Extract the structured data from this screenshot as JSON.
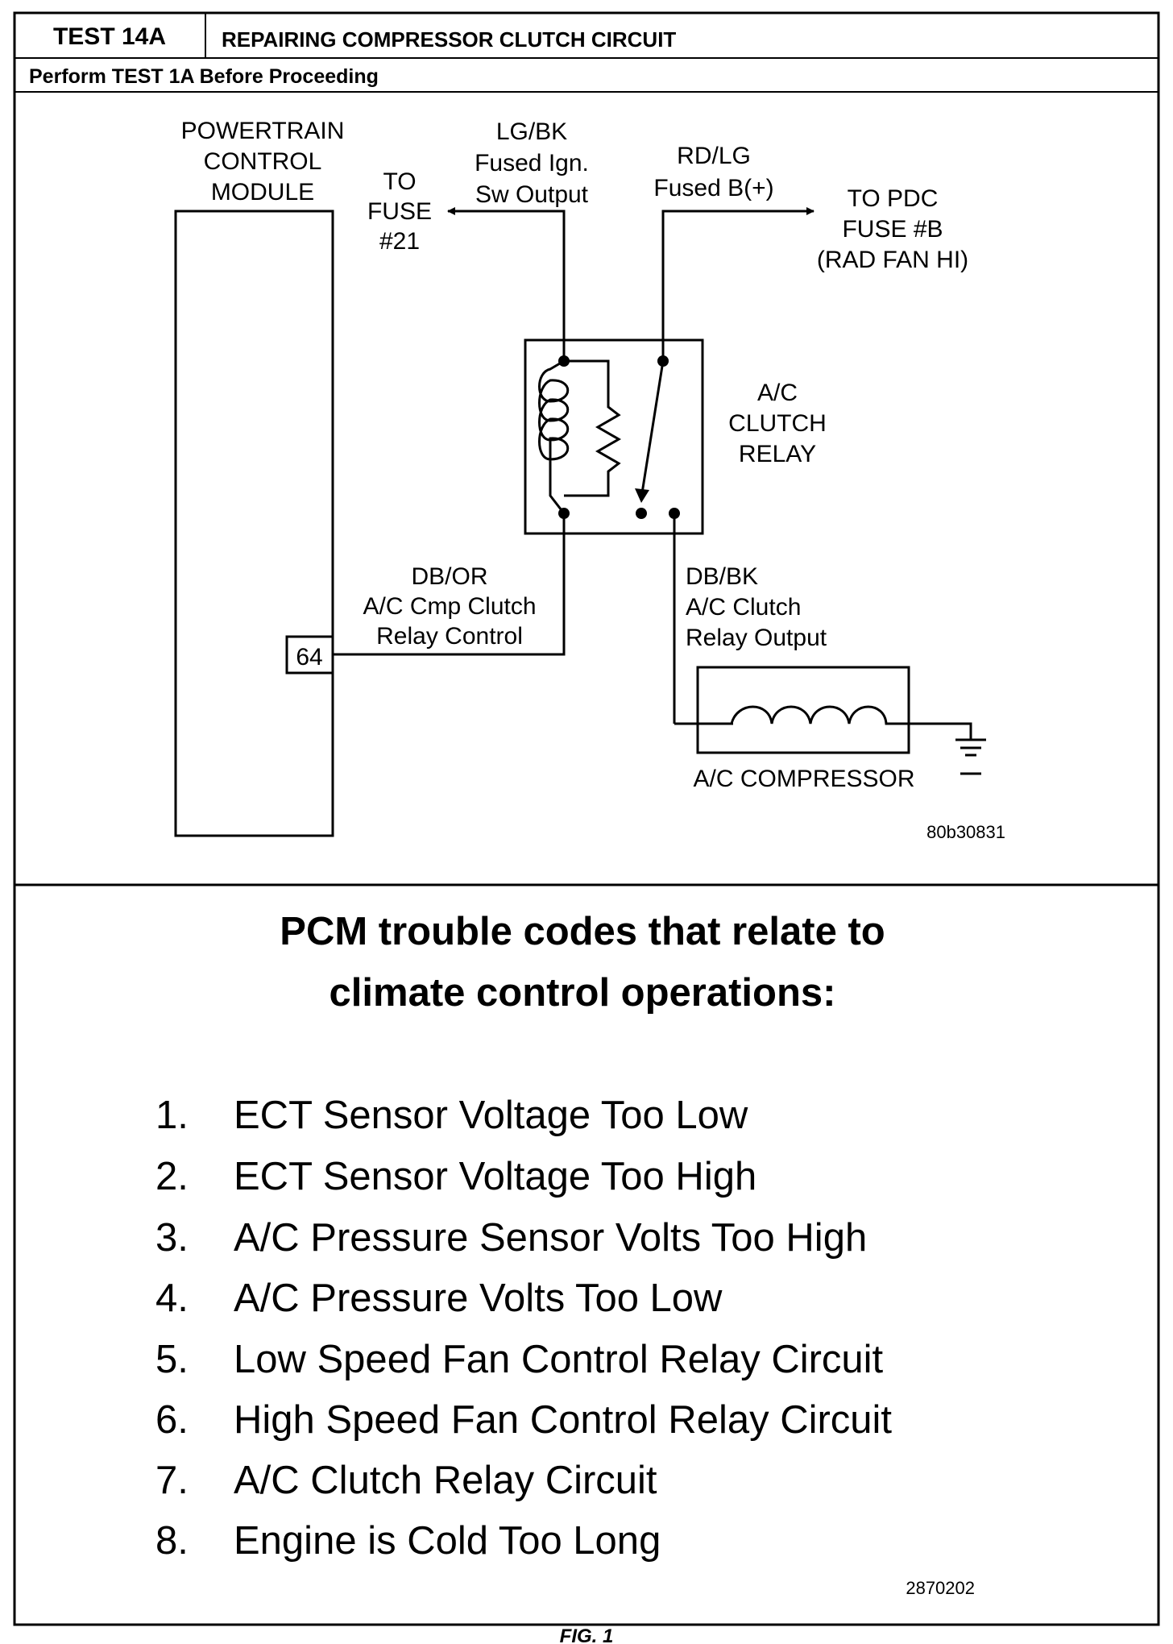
{
  "header": {
    "test_id": "TEST 14A",
    "title": "REPAIRING COMPRESSOR CLUTCH CIRCUIT",
    "subtitle": "Perform TEST 1A Before Proceeding"
  },
  "diagram": {
    "pcm_label": [
      "POWERTRAIN",
      "CONTROL",
      "MODULE"
    ],
    "pin_number": "64",
    "to_fuse": [
      "TO",
      "FUSE",
      "#21"
    ],
    "lgbk_wire": [
      "LG/BK",
      "Fused Ign.",
      "Sw Output"
    ],
    "rdlg_wire": [
      "RD/LG",
      "Fused B(+)"
    ],
    "to_pdc": [
      "TO PDC",
      "FUSE #B",
      "(RAD FAN HI)"
    ],
    "relay_label": [
      "A/C",
      "CLUTCH",
      "RELAY"
    ],
    "dbor_wire": [
      "DB/OR",
      "A/C Cmp Clutch",
      "Relay Control"
    ],
    "dbbk_wire": [
      "DB/BK",
      "A/C Clutch",
      "Relay Output"
    ],
    "compressor_label": "A/C COMPRESSOR",
    "figure_code": "80b30831"
  },
  "codes": {
    "heading": [
      "PCM trouble codes that relate to",
      "climate control operations:"
    ],
    "items": [
      {
        "num": "1.",
        "text": "ECT Sensor Voltage Too Low"
      },
      {
        "num": "2.",
        "text": "ECT Sensor Voltage Too High"
      },
      {
        "num": "3.",
        "text": "A/C Pressure Sensor Volts Too High"
      },
      {
        "num": "4.",
        "text": "A/C Pressure Volts Too Low"
      },
      {
        "num": "5.",
        "text": "Low Speed Fan Control Relay Circuit"
      },
      {
        "num": "6.",
        "text": "High Speed Fan Control Relay Circuit"
      },
      {
        "num": "7.",
        "text": "A/C Clutch Relay Circuit"
      },
      {
        "num": "8.",
        "text": "Engine is Cold Too Long"
      }
    ],
    "figure_code": "2870202"
  },
  "caption": "FIG. 1"
}
